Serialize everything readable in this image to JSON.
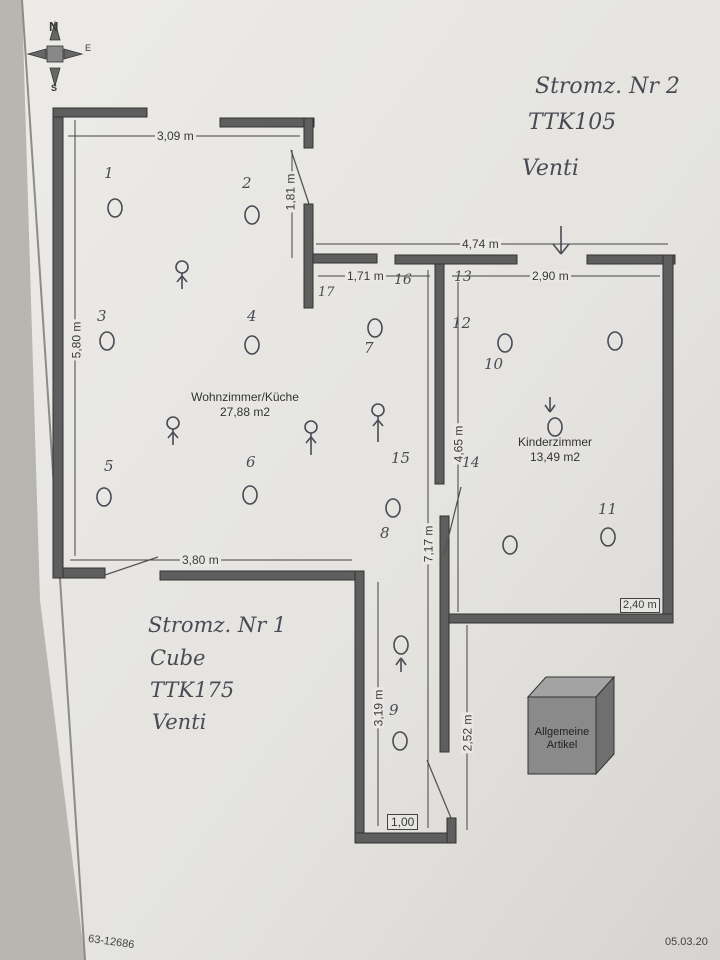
{
  "compass": {
    "north": "N",
    "south": "S",
    "east": "E"
  },
  "notes": {
    "right_top": [
      "Stromz. Nr 2",
      "TTK105",
      "Venti"
    ],
    "left_bottom": [
      "Stromz. Nr 1",
      "Cube",
      "TTK175",
      "Venti"
    ]
  },
  "rooms": [
    {
      "name": "Wohnzimmer/Küche",
      "area": "27,88 m2"
    },
    {
      "name": "Kinderzimmer",
      "area": "13,49 m2"
    }
  ],
  "dimensions": {
    "top_left": "3,09 m",
    "short_vert": "1,81 m",
    "top_right": "4,74 m",
    "hall_top": "1,71 m",
    "kinder_top": "2,90 m",
    "left_vert": "5,80 m",
    "mid_vert": "4,65 m",
    "hall_vert": "7,17 m",
    "bottom_left": "3,80 m",
    "corridor_vert": "3,19 m",
    "corridor_vert2": "2,52 m",
    "corridor_bottom": "1,00",
    "kinder_corner": "2,40 m"
  },
  "marks": [
    "1",
    "2",
    "3",
    "4",
    "5",
    "6",
    "7",
    "8",
    "9",
    "10",
    "11",
    "12",
    "13",
    "14",
    "15",
    "16",
    "17"
  ],
  "box_label": [
    "Allgemeine",
    "Artikel"
  ],
  "footer": {
    "left": "63-12686",
    "right": "05.03.20"
  }
}
